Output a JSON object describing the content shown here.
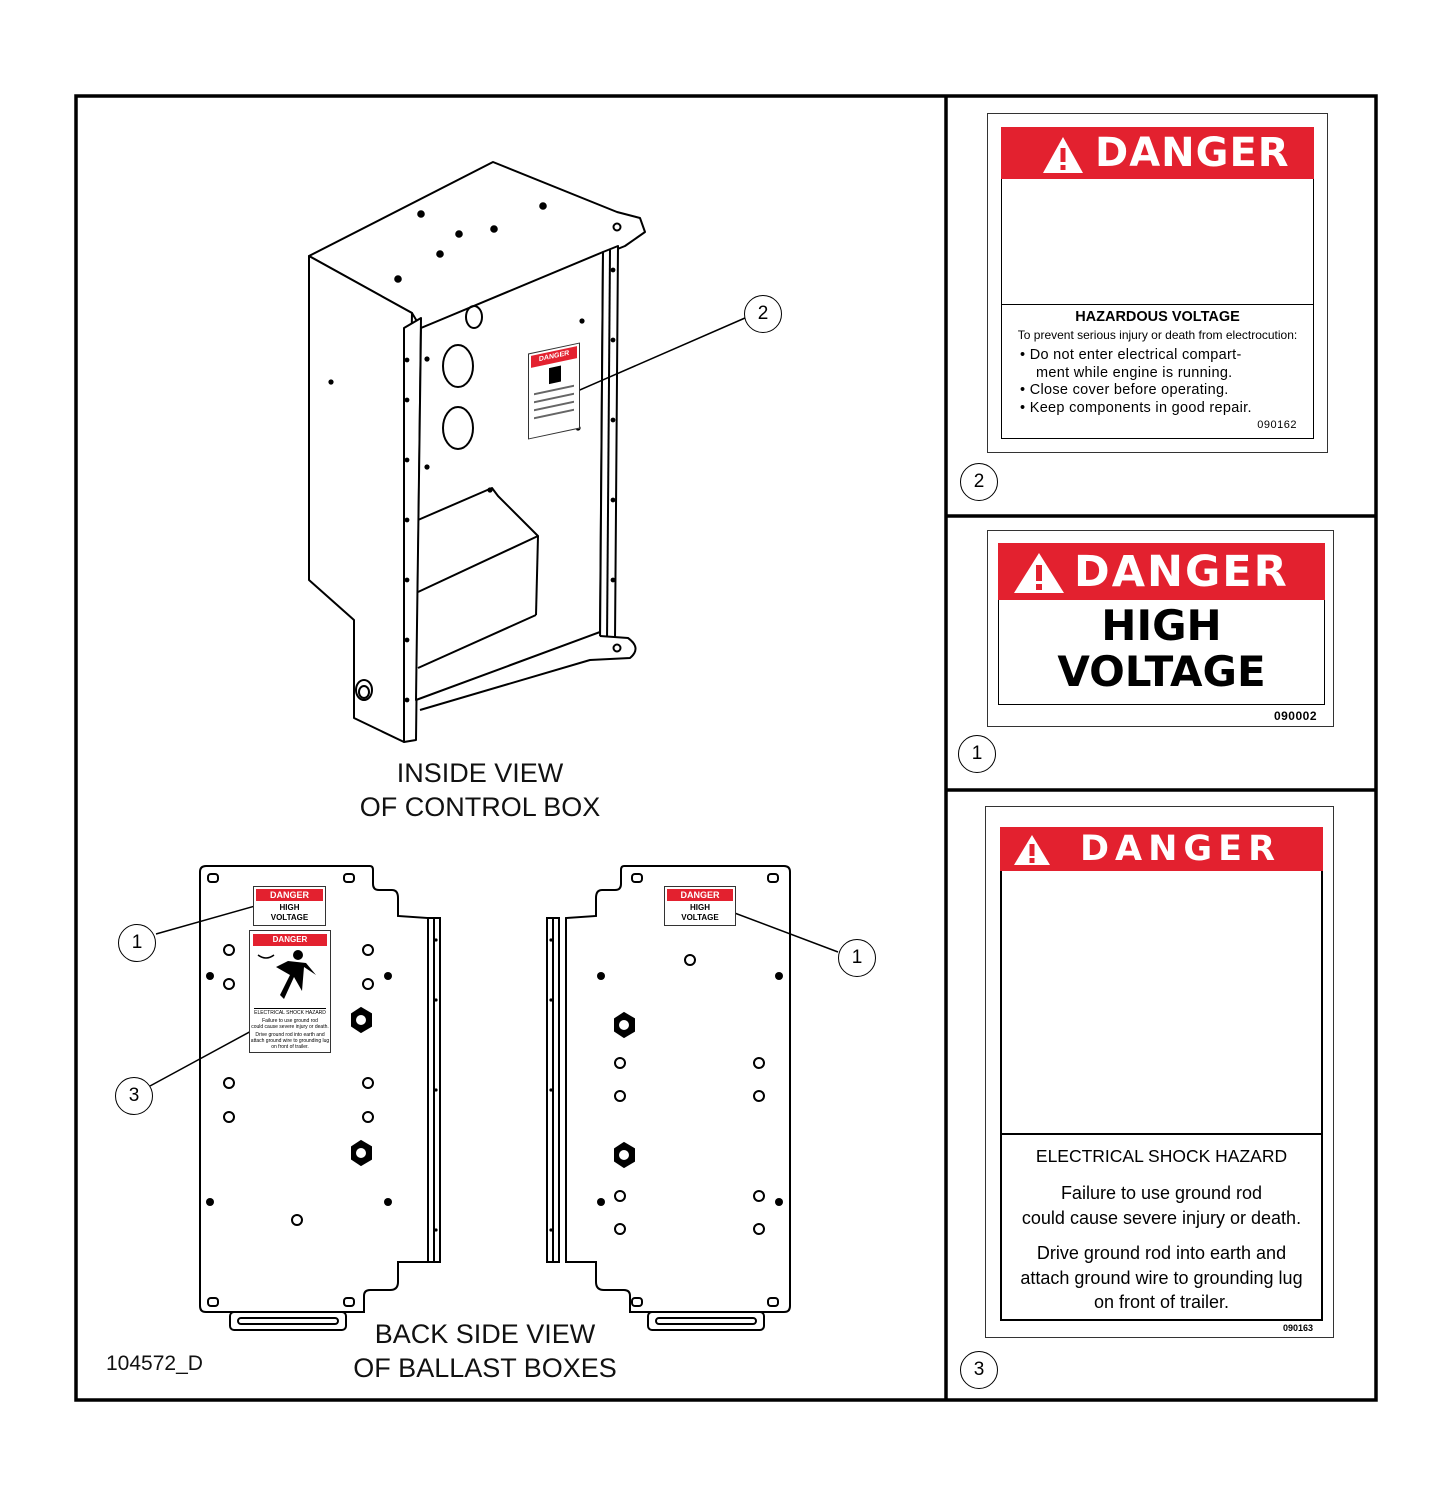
{
  "figure_id": "104572_D",
  "views": {
    "control_box": {
      "line1": "INSIDE VIEW",
      "line2": "OF CONTROL BOX"
    },
    "ballast_boxes": {
      "line1": "BACK SIDE VIEW",
      "line2": "OF BALLAST BOXES"
    }
  },
  "callouts": {
    "c1": "1",
    "c2": "2",
    "c3": "3"
  },
  "decals": {
    "hazardous_voltage": {
      "header": "DANGER",
      "title": "HAZARDOUS VOLTAGE",
      "subtitle": "To prevent serious injury or death from electrocution:",
      "bullets": [
        "Do not enter electrical compart-",
        "ment while engine is running.",
        "Close cover before operating.",
        "Keep components in good repair."
      ],
      "part_number": "090162"
    },
    "high_voltage": {
      "header": "DANGER",
      "line1": "HIGH",
      "line2": "VOLTAGE",
      "part_number": "090002"
    },
    "shock_hazard": {
      "header": "DANGER",
      "title": "ELECTRICAL SHOCK HAZARD",
      "para1": [
        "Failure to use ground rod",
        "could cause severe injury or death."
      ],
      "para2": [
        "Drive ground rod into earth and",
        "attach ground wire to grounding lug",
        "on front of trailer."
      ],
      "part_number": "090163"
    }
  },
  "colors": {
    "danger_red": "#e3212f",
    "line": "#000000"
  }
}
